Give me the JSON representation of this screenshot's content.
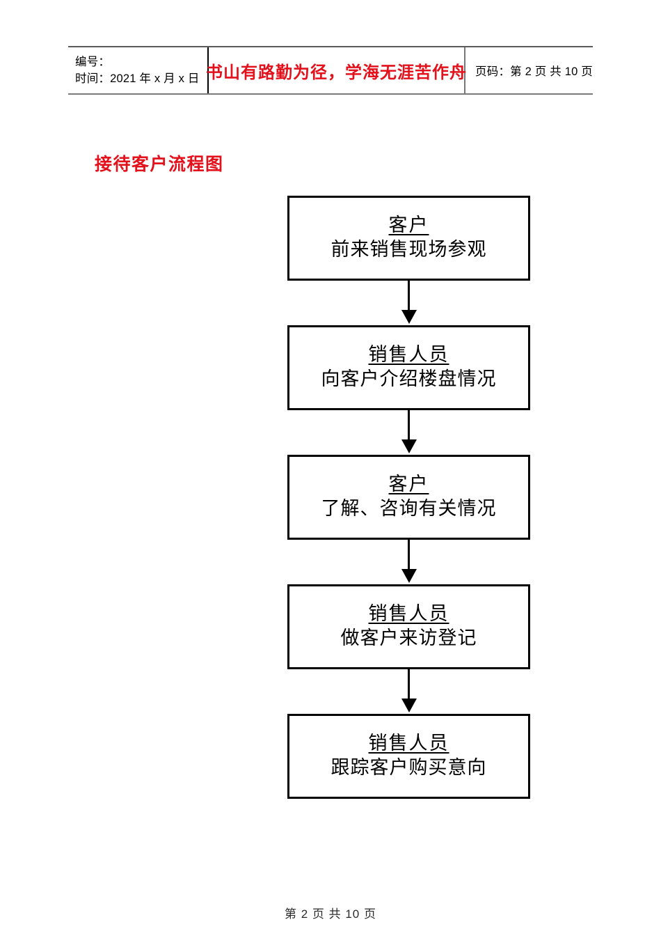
{
  "header": {
    "left": {
      "number_label": "编号：",
      "time_label": "时间：2021 年 x 月 x 日"
    },
    "quote": "书山有路勤为径，学海无涯苦作舟",
    "page_info": "页码：第 2 页  共 10 页"
  },
  "title": "接待客户流程图",
  "flowchart": {
    "type": "flowchart",
    "orientation": "vertical",
    "connector": "down-arrow",
    "nodes": [
      {
        "role": "客户",
        "action": "前来销售现场参观"
      },
      {
        "role": "销售人员",
        "action": "向客户介绍楼盘情况"
      },
      {
        "role": "客户",
        "action": "了解、咨询有关情况"
      },
      {
        "role": "销售人员",
        "action": "做客户来访登记"
      },
      {
        "role": "销售人员",
        "action": "跟踪客户购买意向"
      }
    ]
  },
  "footer": {
    "text": "第 2 页 共 10 页"
  },
  "colors": {
    "accent_red": "#e2111b",
    "ink": "#000000"
  }
}
